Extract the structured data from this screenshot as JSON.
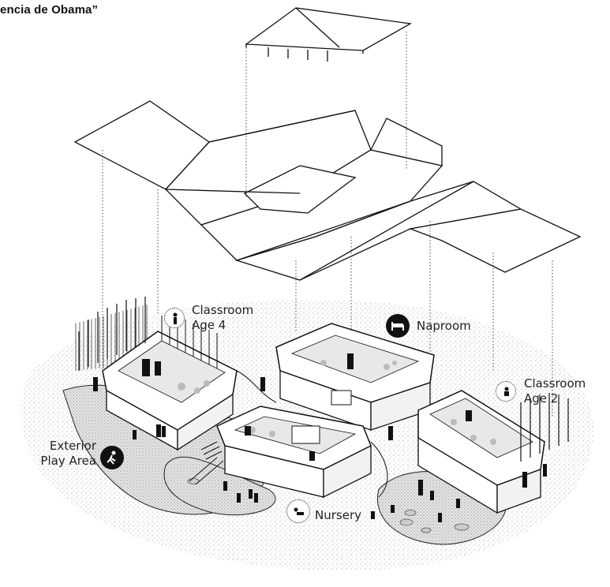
{
  "header": {
    "title": "encia de Obama”"
  },
  "rooms": {
    "classroom_age4": {
      "line1": "Classroom",
      "line2": "Age 4",
      "icon": "child-standing-icon"
    },
    "naproom": {
      "label": "Naproom",
      "icon": "bed-icon"
    },
    "classroom_age2": {
      "line1": "Classroom",
      "line2": "Age 2",
      "icon": "child-sitting-icon"
    },
    "exterior_play": {
      "line1": "Exterior",
      "line2": "Play Area",
      "icon": "running-child-icon"
    },
    "nursery": {
      "label": "Nursery",
      "icon": "crawling-baby-icon"
    }
  },
  "colors": {
    "ink": "#111111",
    "paper": "#ffffff",
    "stipple": "#b5b5b5",
    "floor": "#d9d9d9"
  }
}
